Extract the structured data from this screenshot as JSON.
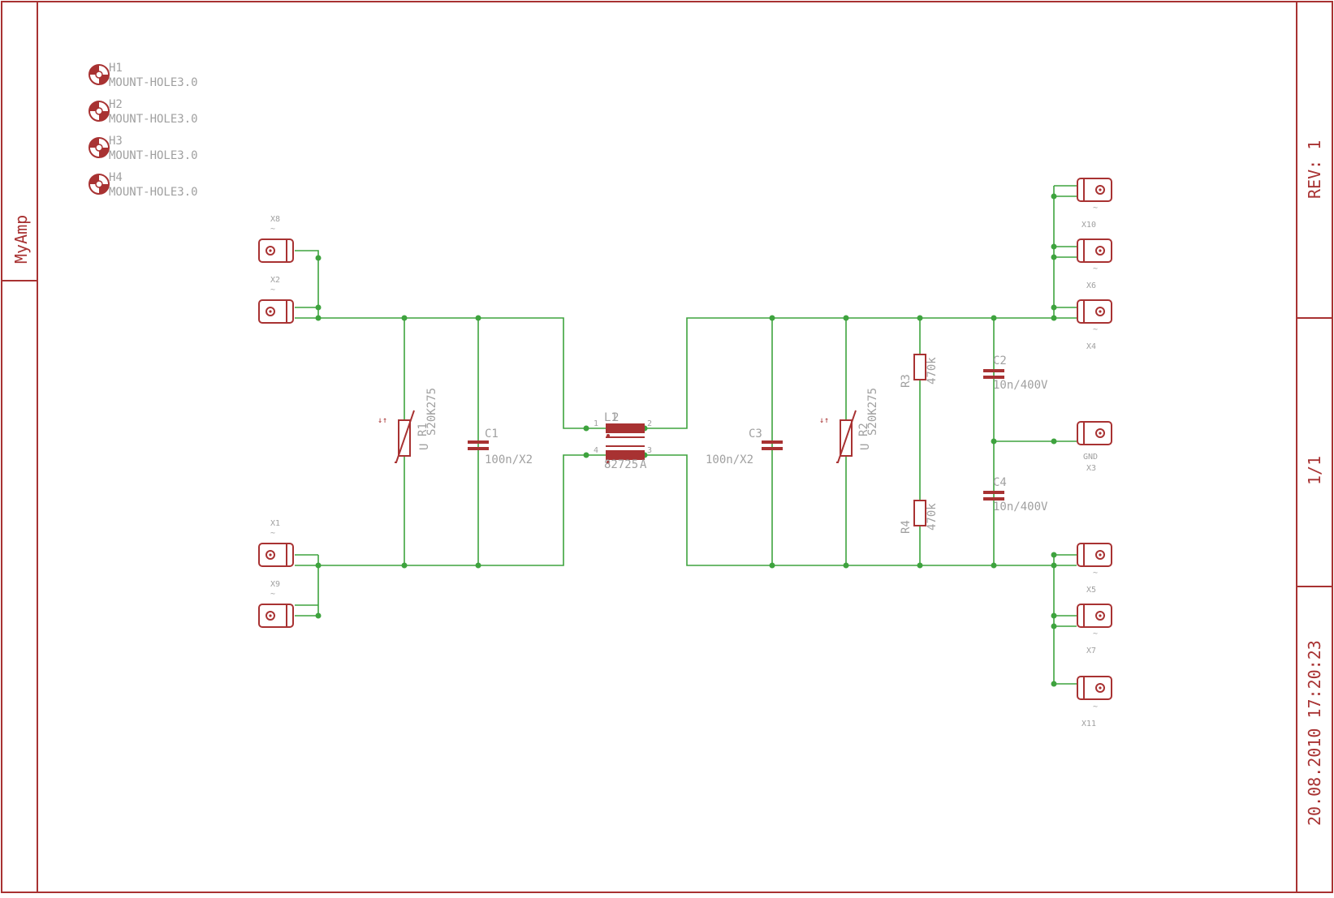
{
  "title_block": {
    "project": "MyAmp",
    "revision": "REV: 1",
    "sheet": "1/1",
    "timestamp": "20.08.2010 17:20:23"
  },
  "mount_holes": [
    {
      "name": "H1",
      "value": "MOUNT-HOLE3.0"
    },
    {
      "name": "H2",
      "value": "MOUNT-HOLE3.0"
    },
    {
      "name": "H3",
      "value": "MOUNT-HOLE3.0"
    },
    {
      "name": "H4",
      "value": "MOUNT-HOLE3.0"
    }
  ],
  "connectors": {
    "x8": {
      "name": "X8",
      "tilde": "~"
    },
    "x2": {
      "name": "X2",
      "tilde": "~"
    },
    "x1": {
      "name": "X1",
      "tilde": "~"
    },
    "x9": {
      "name": "X9",
      "tilde": "~"
    },
    "x10": {
      "name": "X10",
      "tilde": "~"
    },
    "x6": {
      "name": "X6",
      "tilde": "~"
    },
    "x4": {
      "name": "X4",
      "tilde": "~"
    },
    "x3": {
      "name": "X3",
      "extra": "GND"
    },
    "x5": {
      "name": "X5",
      "tilde": "~"
    },
    "x7": {
      "name": "X7",
      "tilde": "~"
    },
    "x11": {
      "name": "X11",
      "tilde": "~"
    }
  },
  "parts": {
    "r1": {
      "name": "R1",
      "value": "S20K275",
      "marks": "U",
      "arrows": "↓↑"
    },
    "r2": {
      "name": "R2",
      "value": "S20K275",
      "marks": "U",
      "arrows": "↓↑"
    },
    "r3": {
      "name": "R3",
      "value": "470k"
    },
    "r4": {
      "name": "R4",
      "value": "470k"
    },
    "c1": {
      "name": "C1",
      "value": "100n/X2"
    },
    "c3": {
      "name": "C3",
      "value": "100n/X2"
    },
    "c2": {
      "name": "C2",
      "value": "10n/400V"
    },
    "c4": {
      "name": "C4",
      "value": "10n/400V"
    },
    "l1": {
      "name": "L1",
      "name_overlay": "2",
      "value": "82725",
      "value_overlay": "A",
      "pin1": "1",
      "pin2": "2",
      "pin3": "3",
      "pin4": "4"
    }
  },
  "colors": {
    "symbol": "#a83232",
    "wire": "#3ea33e",
    "label": "#a0a0a0"
  }
}
